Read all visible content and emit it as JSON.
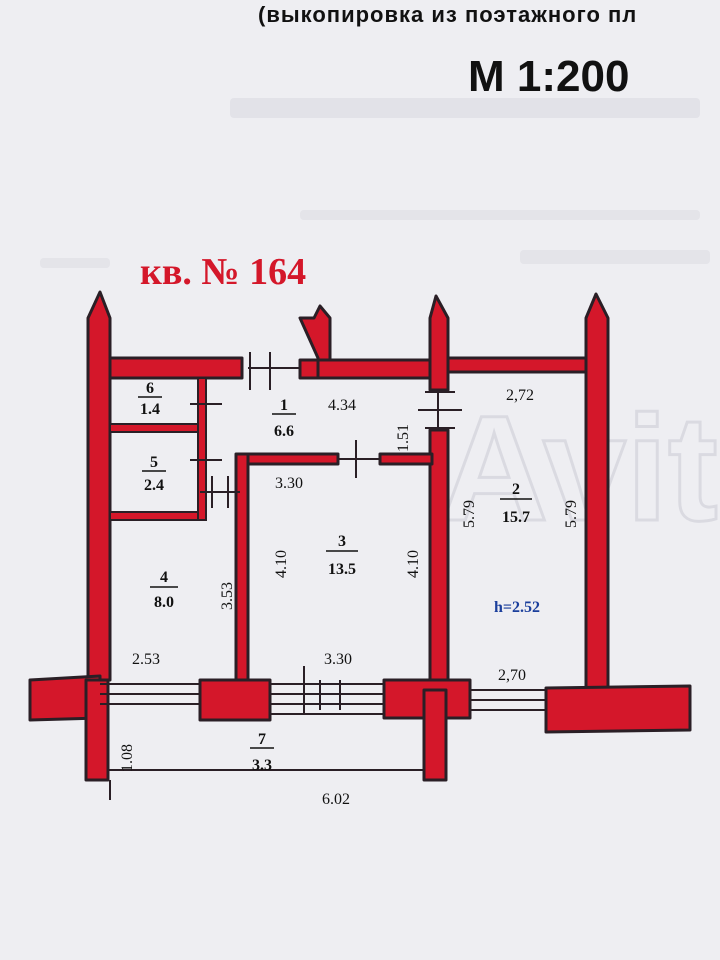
{
  "header": {
    "subtitle": "(выкопировка из поэтажного пл",
    "scale": "М 1:200",
    "apartment": "кв. № 164"
  },
  "watermark": "Avito",
  "colors": {
    "wall_fill": "#d4172a",
    "wall_outline": "#2a1f26",
    "paper": "#eeeef2",
    "ceiling_text": "#1b3f9c"
  },
  "rooms": [
    {
      "id": "1",
      "area": "6.6"
    },
    {
      "id": "2",
      "area": "15.7"
    },
    {
      "id": "3",
      "area": "13.5"
    },
    {
      "id": "4",
      "area": "8.0"
    },
    {
      "id": "5",
      "area": "2.4"
    },
    {
      "id": "6",
      "area": "1.4"
    },
    {
      "id": "7",
      "area": "3.3"
    }
  ],
  "dimensions": {
    "hall_width": "4.34",
    "room2_top": "2,72",
    "hall_door": "1.51",
    "room3_top": "3.30",
    "room3_bottom": "3.30",
    "room3_left": "4.10",
    "room3_right": "4.10",
    "room2_left": "5.79",
    "room2_right": "5.79",
    "room4_height": "3.53",
    "room4_width": "2.53",
    "room2_bottom": "2,70",
    "balcony_depth": "1.08",
    "balcony_width": "6.02"
  },
  "ceiling_height": "h=2.52"
}
